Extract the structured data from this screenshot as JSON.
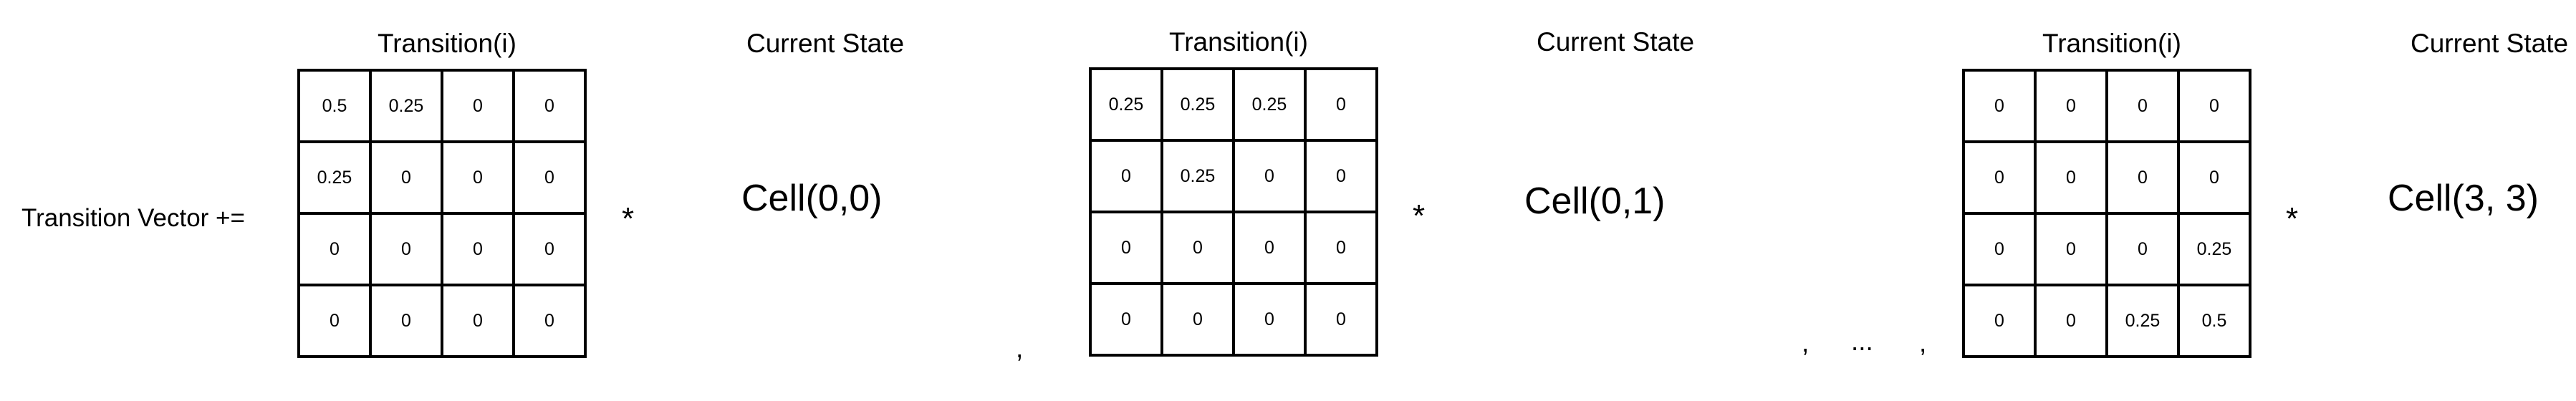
{
  "label": "Transition Vector +=",
  "operator": "*",
  "comma": ",",
  "ellipsis": "...",
  "blocks": [
    {
      "matrix_title": "Transition(i)",
      "state_title": "Current State",
      "cell_label": "Cell(0,0)",
      "matrix": [
        [
          "0.5",
          "0.25",
          "0",
          "0"
        ],
        [
          "0.25",
          "0",
          "0",
          "0"
        ],
        [
          "0",
          "0",
          "0",
          "0"
        ],
        [
          "0",
          "0",
          "0",
          "0"
        ]
      ]
    },
    {
      "matrix_title": "Transition(i)",
      "state_title": "Current State",
      "cell_label": "Cell(0,1)",
      "matrix": [
        [
          "0.25",
          "0.25",
          "0.25",
          "0"
        ],
        [
          "0",
          "0.25",
          "0",
          "0"
        ],
        [
          "0",
          "0",
          "0",
          "0"
        ],
        [
          "0",
          "0",
          "0",
          "0"
        ]
      ]
    },
    {
      "matrix_title": "Transition(i)",
      "state_title": "Current State",
      "cell_label": "Cell(3, 3)",
      "matrix": [
        [
          "0",
          "0",
          "0",
          "0"
        ],
        [
          "0",
          "0",
          "0",
          "0"
        ],
        [
          "0",
          "0",
          "0",
          "0.25"
        ],
        [
          "0",
          "0",
          "0.25",
          "0.5"
        ]
      ]
    }
  ]
}
